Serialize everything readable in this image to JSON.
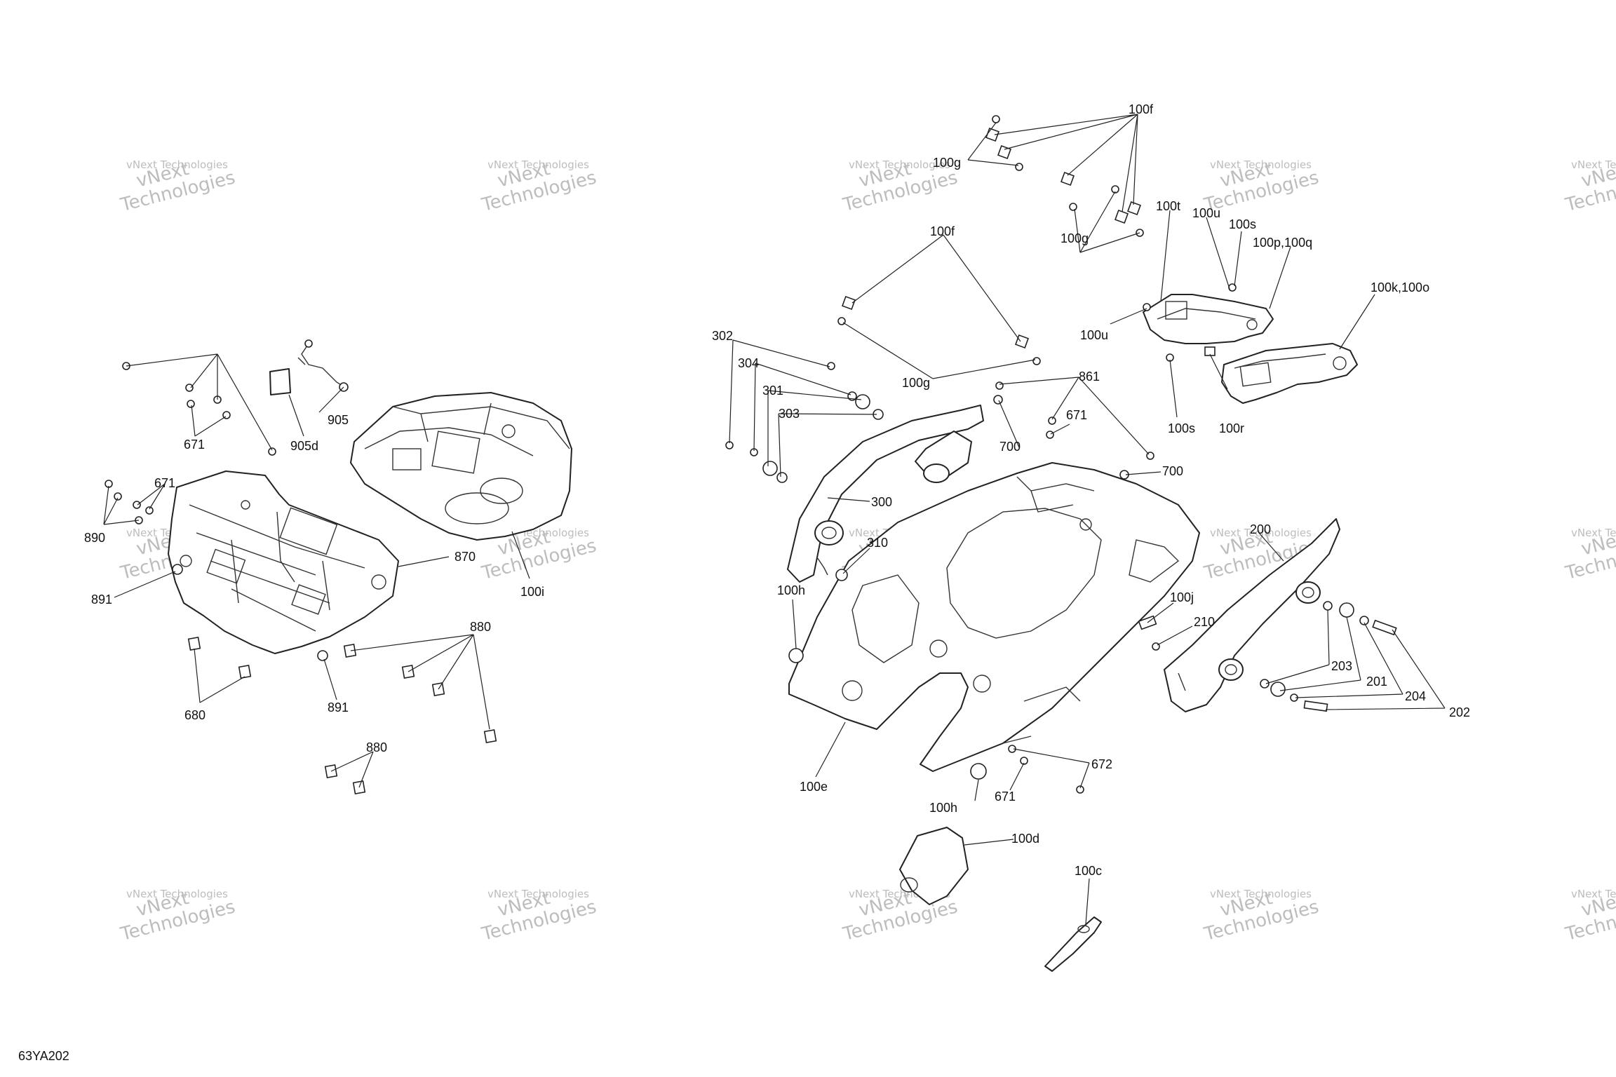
{
  "diagram_ref": "63YA202",
  "watermark": {
    "line1": "vNext Technologies",
    "line2": "vNext\nTechnologies"
  },
  "callouts": {
    "c100f_top": "100f",
    "c100g_a": "100g",
    "c100g_b": "100g",
    "c100t": "100t",
    "c100u_a": "100u",
    "c100s_a": "100s",
    "c100pq": "100p,100q",
    "c100ko": "100k,100o",
    "c100f_mid": "100f",
    "c100u_b": "100u",
    "c100g_c": "100g",
    "c100s_b": "100s",
    "c100r": "100r",
    "c302": "302",
    "c304": "304",
    "c301": "301",
    "c303": "303",
    "c861": "861",
    "c671_a": "671",
    "c700_a": "700",
    "c700_b": "700",
    "c300": "300",
    "c310": "310",
    "c200": "200",
    "c100h_a": "100h",
    "c100j": "100j",
    "c210": "210",
    "c203": "203",
    "c201": "201",
    "c204": "204",
    "c202": "202",
    "c100e": "100e",
    "c672": "672",
    "c671_b": "671",
    "c100h_b": "100h",
    "c100d": "100d",
    "c100c": "100c",
    "c905": "905",
    "c905d": "905d",
    "c671_c": "671",
    "c671_d": "671",
    "c890": "890",
    "c870": "870",
    "c100i": "100i",
    "c891_a": "891",
    "c880_a": "880",
    "c891_b": "891",
    "c680": "680",
    "c880_b": "880"
  }
}
